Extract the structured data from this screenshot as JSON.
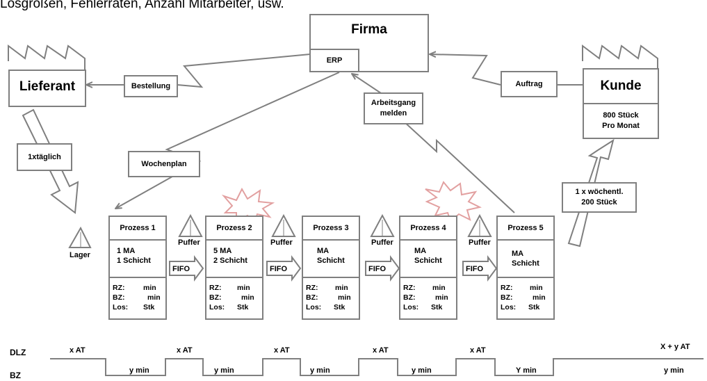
{
  "header_text": "Losgrößen, Fehlerraten, Anzahl Mitarbeiter, usw.",
  "firma": {
    "title": "Firma",
    "erp": "ERP"
  },
  "lieferant": "Lieferant",
  "kunde": {
    "title": "Kunde",
    "demand": "800 Stück\nPro Monat"
  },
  "labels": {
    "bestellung": "Bestellung",
    "auftrag": "Auftrag",
    "arbeitsgang": "Arbeitsgang\nmelden",
    "wochenplan": "Wochenplan",
    "taeglich": "1xtäglich",
    "woechentlich": "1 x wöchentl.\n200 Stück",
    "lager": "Lager",
    "puffer": "Puffer",
    "fifo": "FIFO"
  },
  "processes": [
    {
      "name": "Prozess 1",
      "staff": "1 MA\n1 Schicht",
      "rz": "RZ:",
      "rz_unit": "min",
      "bz": "BZ:",
      "bz_unit": "min",
      "los": "Los:",
      "los_unit": "Stk"
    },
    {
      "name": "Prozess 2",
      "staff": "5 MA\n2 Schicht",
      "rz": "RZ:",
      "rz_unit": "min",
      "bz": "BZ:",
      "bz_unit": "min",
      "los": "Los:",
      "los_unit": "Stk"
    },
    {
      "name": "Prozess 3",
      "staff": "MA\nSchicht",
      "rz": "RZ:",
      "rz_unit": "min",
      "bz": "BZ:",
      "bz_unit": "min",
      "los": "Los:",
      "los_unit": "Stk"
    },
    {
      "name": "Prozess 4",
      "staff": "MA\nSchicht",
      "rz": "RZ:",
      "rz_unit": "min",
      "bz": "BZ:",
      "bz_unit": "min",
      "los": "Los:",
      "los_unit": "Stk"
    },
    {
      "name": "Prozess 5",
      "staff": "MA\nSchicht",
      "rz": "RZ:",
      "rz_unit": "min",
      "bz": "BZ:",
      "bz_unit": "min",
      "los": "Los:",
      "los_unit": "Stk"
    }
  ],
  "timeline": {
    "dlz": "DLZ",
    "bz": "BZ",
    "upper": [
      "x AT",
      "x AT",
      "x AT",
      "x AT",
      "x AT",
      "X + y AT"
    ],
    "lower": [
      "y min",
      "y min",
      "y min",
      "y min",
      "Y min",
      "y min"
    ]
  },
  "colors": {
    "stroke": "#7f7f7f",
    "burst": "#e2a0a0"
  },
  "icons": [
    "factory-icon",
    "triangle-inventory-icon",
    "push-arrow-icon",
    "lightning-arrow-icon",
    "kaizen-burst-icon"
  ]
}
